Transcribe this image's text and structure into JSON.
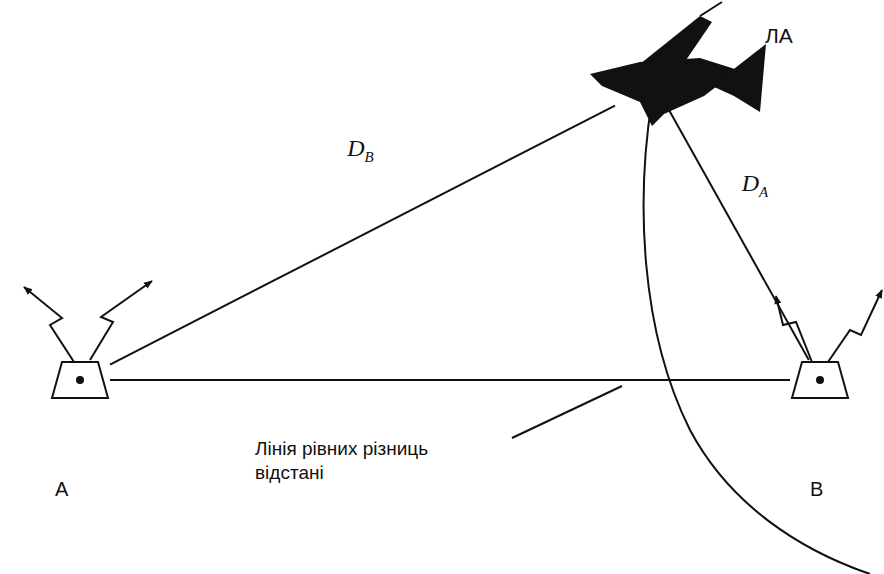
{
  "diagram": {
    "nodes": [
      {
        "text": [
          "ЛА"
        ]
      },
      {
        "text": [
          "A"
        ]
      },
      {
        "text": [
          "B"
        ]
      }
    ],
    "edges": [
      {
        "from": 1,
        "to": 0,
        "label": "DB",
        "arrow": "none"
      },
      {
        "from": 2,
        "to": 0,
        "label": "DA",
        "arrow": "none"
      },
      {
        "from": 1,
        "to": 2,
        "arrow": "none"
      }
    ],
    "labels": [
      "Лінія рівних різниць відстані"
    ]
  }
}
